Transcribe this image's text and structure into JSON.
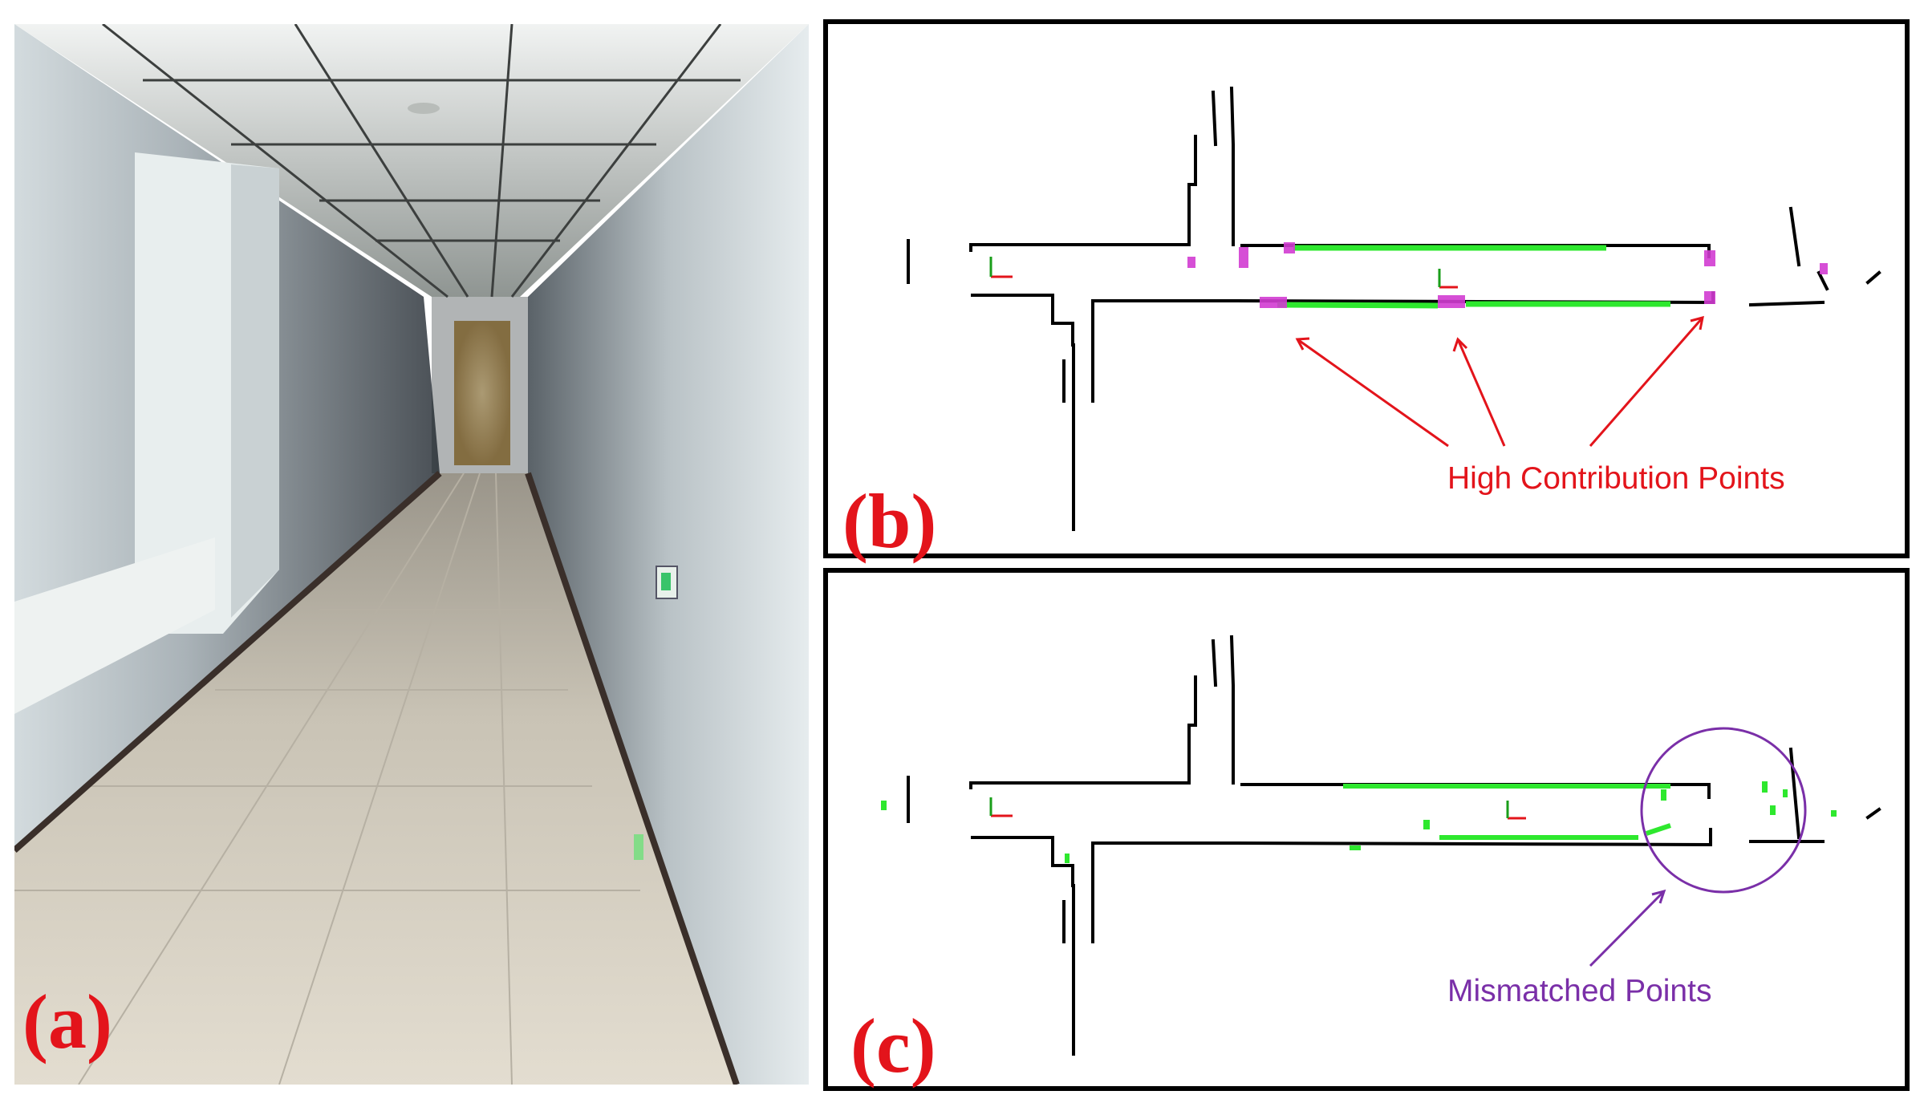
{
  "panels": {
    "a": {
      "label": "(a)"
    },
    "b": {
      "label": "(b)",
      "annotation": "High Contribution Points"
    },
    "c": {
      "label": "(c)",
      "annotation": "Mismatched Points"
    }
  },
  "colors": {
    "label": "#e3141b",
    "high_contribution": "#e3141b",
    "mismatched": "#7a2fa8",
    "scan_match": "#2ee82e",
    "highlight": "#d23cd2",
    "map_wall": "#000000"
  }
}
